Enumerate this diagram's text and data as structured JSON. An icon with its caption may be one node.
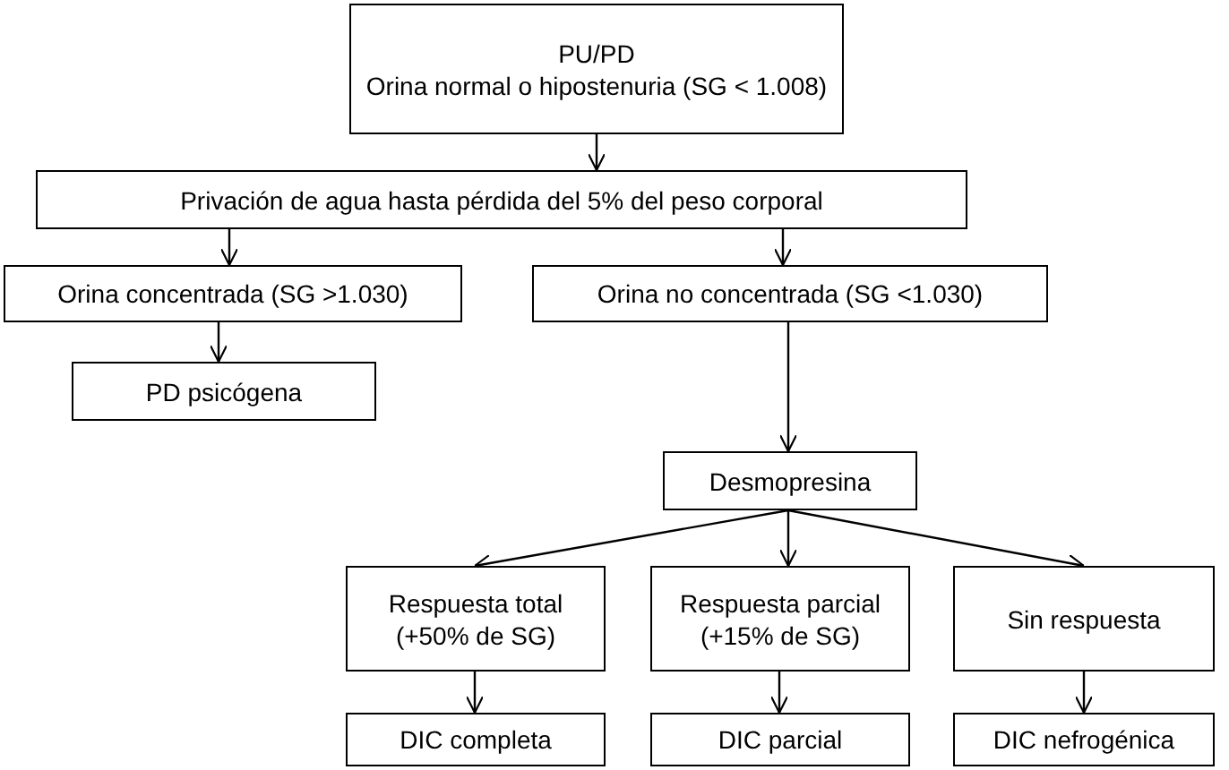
{
  "diagram": {
    "nodes": [
      {
        "text": [
          "PU/PD",
          "Orina normal o hipostenuria (SG < 1.008)"
        ]
      },
      {
        "text": [
          "Privación de agua hasta pérdida del 5% del peso corporal"
        ]
      },
      {
        "text": [
          "Orina concentrada (SG >1.030)"
        ]
      },
      {
        "text": [
          "Orina no concentrada (SG <1.030)"
        ]
      },
      {
        "text": [
          "PD psicógena"
        ]
      },
      {
        "text": [
          "Desmopresina"
        ]
      },
      {
        "text": [
          "Respuesta total (+50% de SG)"
        ]
      },
      {
        "text": [
          "Respuesta parcial (+15% de SG)"
        ]
      },
      {
        "text": [
          "Sin respuesta"
        ]
      },
      {
        "text": [
          "DIC completa"
        ]
      },
      {
        "text": [
          "DIC parcial"
        ]
      },
      {
        "text": [
          "DIC nefrogénica"
        ]
      }
    ],
    "edges": [
      {
        "from": 0,
        "to": 1,
        "arrow": "to"
      },
      {
        "from": 1,
        "to": 2,
        "arrow": "to"
      },
      {
        "from": 1,
        "to": 3,
        "arrow": "to"
      },
      {
        "from": 2,
        "to": 4,
        "arrow": "to"
      },
      {
        "from": 3,
        "to": 5,
        "arrow": "to"
      },
      {
        "from": 5,
        "to": 6,
        "arrow": "to"
      },
      {
        "from": 5,
        "to": 7,
        "arrow": "to"
      },
      {
        "from": 5,
        "to": 8,
        "arrow": "to"
      },
      {
        "from": 6,
        "to": 9,
        "arrow": "to"
      },
      {
        "from": 7,
        "to": 10,
        "arrow": "to"
      },
      {
        "from": 8,
        "to": 11,
        "arrow": "to"
      }
    ]
  }
}
